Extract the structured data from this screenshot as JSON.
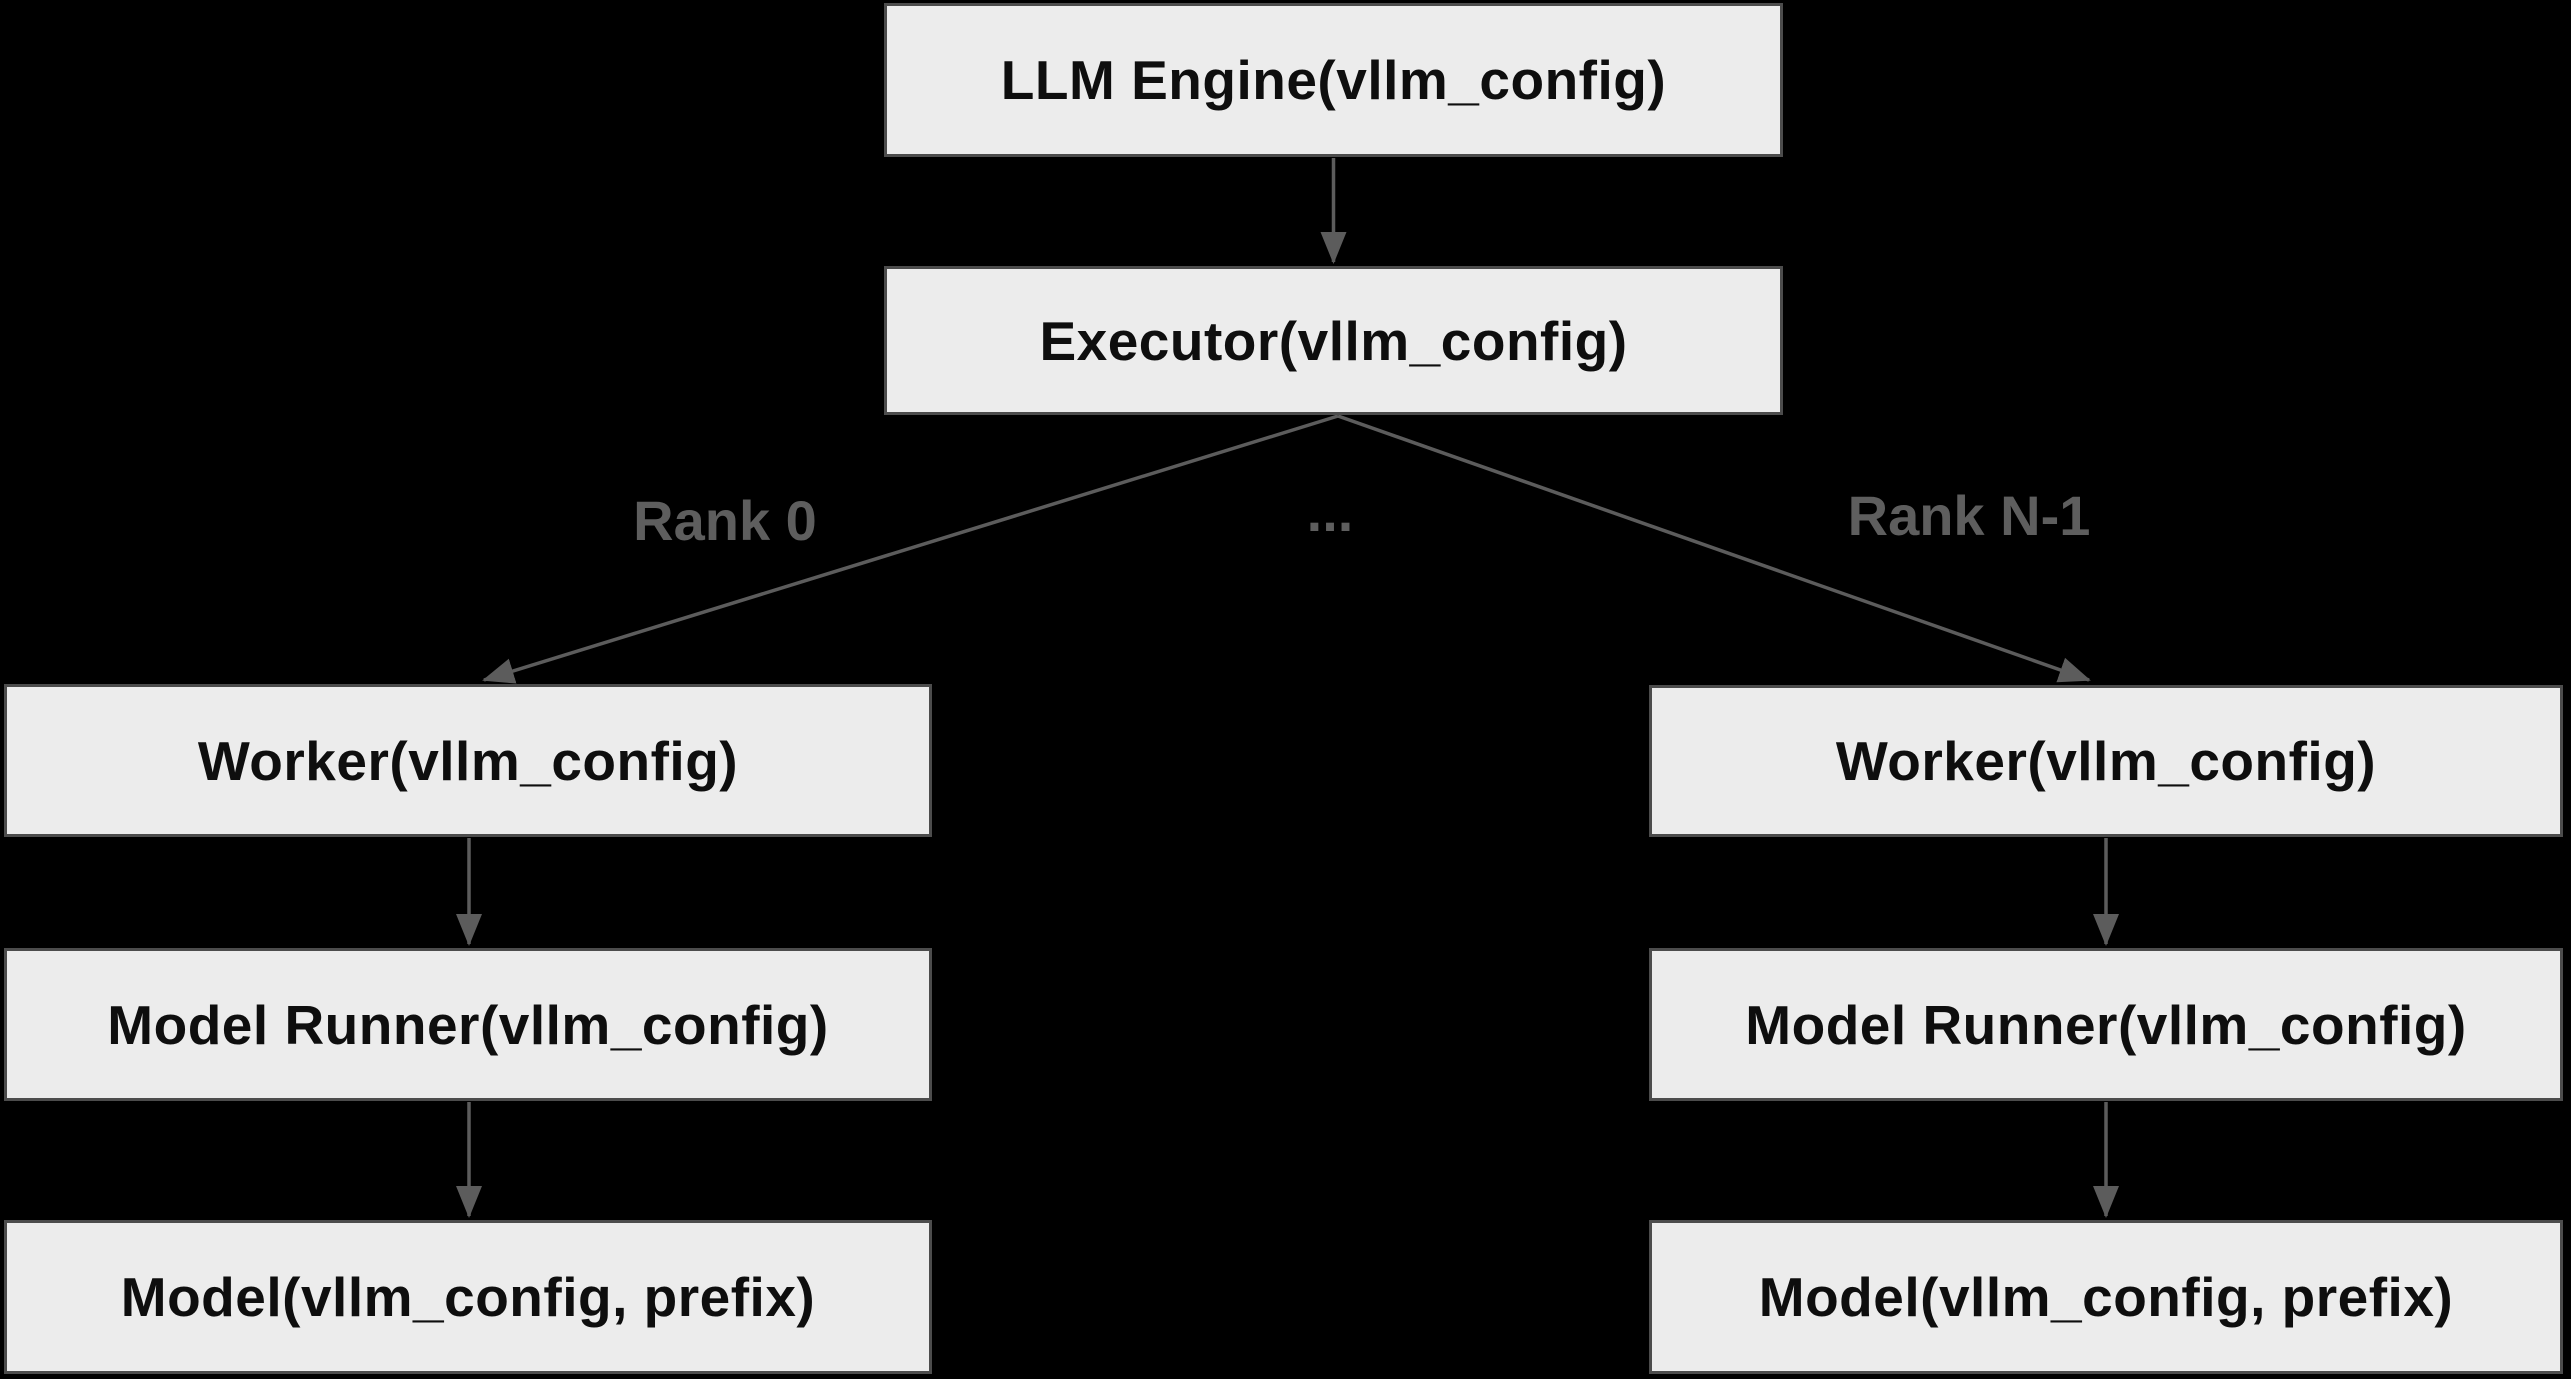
{
  "diagram": {
    "title": "vLLM engine-executor-worker flowchart",
    "colors": {
      "background": "#000000",
      "node_fill": "#ececec",
      "node_border": "#4c4c4c",
      "node_text": "#0e0e0e",
      "arrow": "#5c5c5c",
      "edge_label_text": "#5e5e5e"
    },
    "nodes": [
      {
        "id": "llm-engine",
        "label": "LLM Engine(vllm_config)"
      },
      {
        "id": "executor",
        "label": "Executor(vllm_config)"
      },
      {
        "id": "worker-rank0",
        "label": "Worker(vllm_config)"
      },
      {
        "id": "model-runner-rank0",
        "label": "Model Runner(vllm_config)"
      },
      {
        "id": "model-rank0",
        "label": "Model(vllm_config, prefix)"
      },
      {
        "id": "worker-rankn",
        "label": "Worker(vllm_config)"
      },
      {
        "id": "model-runner-rankn",
        "label": "Model Runner(vllm_config)"
      },
      {
        "id": "model-rankn",
        "label": "Model(vllm_config, prefix)"
      }
    ],
    "edge_labels": [
      {
        "id": "rank-0",
        "text": "Rank 0"
      },
      {
        "id": "ellipsis",
        "text": "..."
      },
      {
        "id": "rank-n-1",
        "text": "Rank N-1"
      }
    ]
  }
}
